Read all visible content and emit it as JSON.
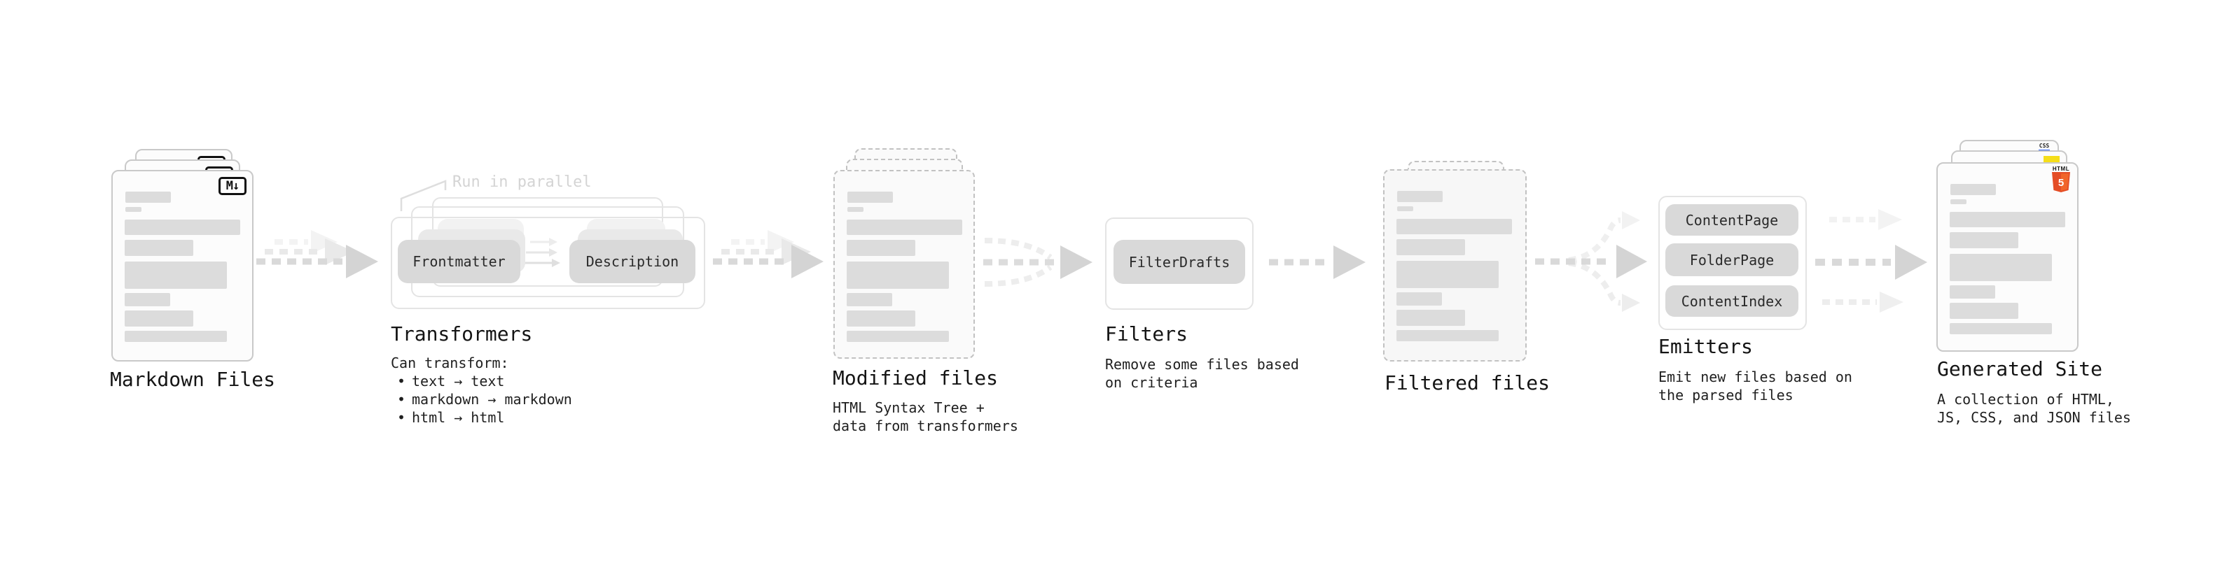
{
  "diagram": {
    "annotation": "Run in parallel",
    "bullet_char": "•",
    "stages": [
      {
        "id": "markdown-files",
        "title": "Markdown Files",
        "subtitle_lines": []
      },
      {
        "id": "transformers",
        "title": "Transformers",
        "subtitle_lines": [
          "Can transform:"
        ],
        "bullets": [
          "text → text",
          "markdown → markdown",
          "html → html"
        ],
        "pills": [
          "Frontmatter",
          "Description"
        ]
      },
      {
        "id": "modified-files",
        "title": "Modified files",
        "subtitle_lines": [
          "HTML Syntax Tree +",
          "data from transformers"
        ]
      },
      {
        "id": "filters",
        "title": "Filters",
        "subtitle_lines": [
          "Remove some files based",
          "on criteria"
        ],
        "pills": [
          "FilterDrafts"
        ]
      },
      {
        "id": "filtered-files",
        "title": "Filtered files",
        "subtitle_lines": []
      },
      {
        "id": "emitters",
        "title": "Emitters",
        "subtitle_lines": [
          "Emit new files based on",
          "the parsed files"
        ],
        "pills": [
          "ContentPage",
          "FolderPage",
          "ContentIndex"
        ]
      },
      {
        "id": "generated-site",
        "title": "Generated Site",
        "subtitle_lines": [
          "A collection of HTML,",
          "JS, CSS, and JSON files"
        ]
      }
    ],
    "icons": {
      "markdown_label": "M↓",
      "css_label": "CSS",
      "html_label": "HTML",
      "html_number": "5"
    },
    "colors": {
      "html5_orange": "#e44d26",
      "js_yellow": "#f5de19",
      "css_blue": "#2962ff",
      "skeleton_bar": "#dcdcdc",
      "pill_gray": "#d9d9d9",
      "arrow_gray": "#d9d9d9",
      "annotation_gray": "#d4d4d4"
    }
  }
}
